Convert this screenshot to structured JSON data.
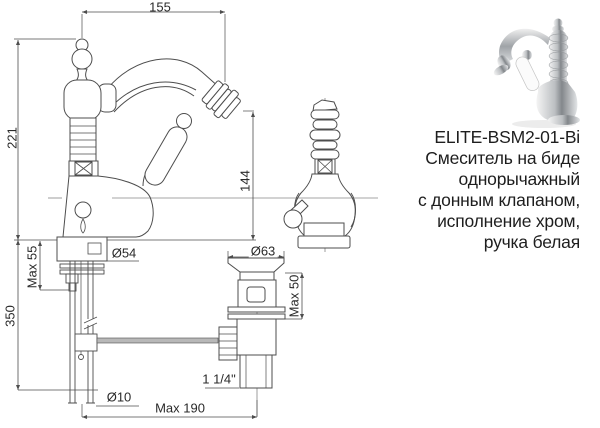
{
  "sheet": {
    "background": "#ffffff"
  },
  "drawing": {
    "line_color": "#4d4d4d",
    "labels": {
      "width": "155",
      "height": "221",
      "hose_length": "350",
      "max_deck_left": "Max 55",
      "base_diameter": "Ø54",
      "outlet_height": "144",
      "drain_diameter": "Ø63",
      "max_deck_right": "Max 50",
      "drain_thread": "1 1/4\"",
      "pipe_diameter": "Ø10",
      "max_depth": "Max 190"
    }
  },
  "product": {
    "model": "ELITE-BSM2-01-Bi",
    "description_lines": [
      "Смеситель на биде",
      "однорычажный",
      "с донным клапаном,",
      "исполнение хром,",
      "ручка белая"
    ],
    "text_color": "#1e1e1e"
  }
}
